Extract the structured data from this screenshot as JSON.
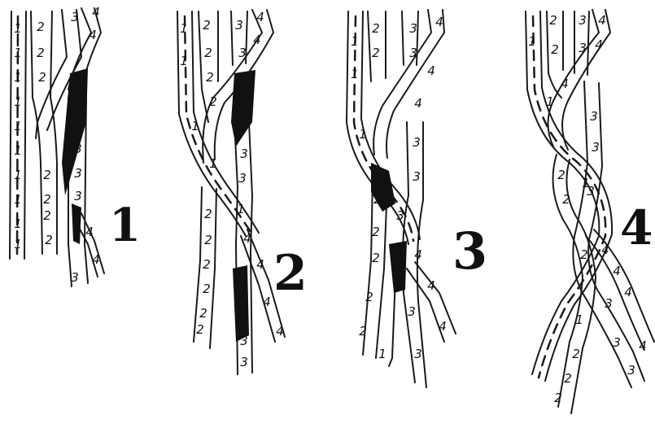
{
  "steps": [
    {
      "number": "1",
      "strand_labels": [
        {
          "text": "1"
        },
        {
          "text": "1"
        },
        {
          "text": "1"
        },
        {
          "text": "1"
        },
        {
          "text": "1"
        },
        {
          "text": "1"
        },
        {
          "text": "1"
        },
        {
          "text": "1"
        },
        {
          "text": "1"
        },
        {
          "text": "1"
        },
        {
          "text": "2"
        },
        {
          "text": "2"
        },
        {
          "text": "2"
        },
        {
          "text": "2"
        },
        {
          "text": "2"
        },
        {
          "text": "2"
        },
        {
          "text": "2"
        },
        {
          "text": "3"
        },
        {
          "text": "3"
        },
        {
          "text": "3"
        },
        {
          "text": "3"
        },
        {
          "text": "3"
        },
        {
          "text": "3"
        },
        {
          "text": "4"
        },
        {
          "text": "4"
        },
        {
          "text": "4"
        },
        {
          "text": "4"
        }
      ]
    },
    {
      "number": "2",
      "strand_labels": [
        {
          "text": "1"
        },
        {
          "text": "1"
        },
        {
          "text": "1"
        },
        {
          "text": "1"
        },
        {
          "text": "1"
        },
        {
          "text": "2"
        },
        {
          "text": "2"
        },
        {
          "text": "2"
        },
        {
          "text": "2"
        },
        {
          "text": "2"
        },
        {
          "text": "2"
        },
        {
          "text": "2"
        },
        {
          "text": "2"
        },
        {
          "text": "2"
        },
        {
          "text": "2"
        },
        {
          "text": "3"
        },
        {
          "text": "3"
        },
        {
          "text": "3"
        },
        {
          "text": "3"
        },
        {
          "text": "3"
        },
        {
          "text": "3"
        },
        {
          "text": "3"
        },
        {
          "text": "4"
        },
        {
          "text": "4"
        },
        {
          "text": "4"
        },
        {
          "text": "4"
        },
        {
          "text": "4"
        },
        {
          "text": "4"
        }
      ]
    },
    {
      "number": "3",
      "strand_labels": [
        {
          "text": "1"
        },
        {
          "text": "1"
        },
        {
          "text": "1"
        },
        {
          "text": "1"
        },
        {
          "text": "2"
        },
        {
          "text": "2"
        },
        {
          "text": "2"
        },
        {
          "text": "2"
        },
        {
          "text": "2"
        },
        {
          "text": "2"
        },
        {
          "text": "2"
        },
        {
          "text": "3"
        },
        {
          "text": "3"
        },
        {
          "text": "3"
        },
        {
          "text": "3"
        },
        {
          "text": "3"
        },
        {
          "text": "3"
        },
        {
          "text": "3"
        },
        {
          "text": "4"
        },
        {
          "text": "4"
        },
        {
          "text": "4"
        },
        {
          "text": "4"
        },
        {
          "text": "4"
        },
        {
          "text": "4"
        }
      ]
    },
    {
      "number": "4",
      "strand_labels": [
        {
          "text": "1"
        },
        {
          "text": "1"
        },
        {
          "text": "1"
        },
        {
          "text": "1"
        },
        {
          "text": "2"
        },
        {
          "text": "2"
        },
        {
          "text": "2"
        },
        {
          "text": "2"
        },
        {
          "text": "2"
        },
        {
          "text": "2"
        },
        {
          "text": "2"
        },
        {
          "text": "2"
        },
        {
          "text": "3"
        },
        {
          "text": "3"
        },
        {
          "text": "3"
        },
        {
          "text": "3"
        },
        {
          "text": "3"
        },
        {
          "text": "3"
        },
        {
          "text": "3"
        },
        {
          "text": "3"
        },
        {
          "text": "4"
        },
        {
          "text": "4"
        },
        {
          "text": "4"
        },
        {
          "text": "4"
        },
        {
          "text": "4"
        },
        {
          "text": "4"
        },
        {
          "text": "4"
        }
      ]
    }
  ]
}
